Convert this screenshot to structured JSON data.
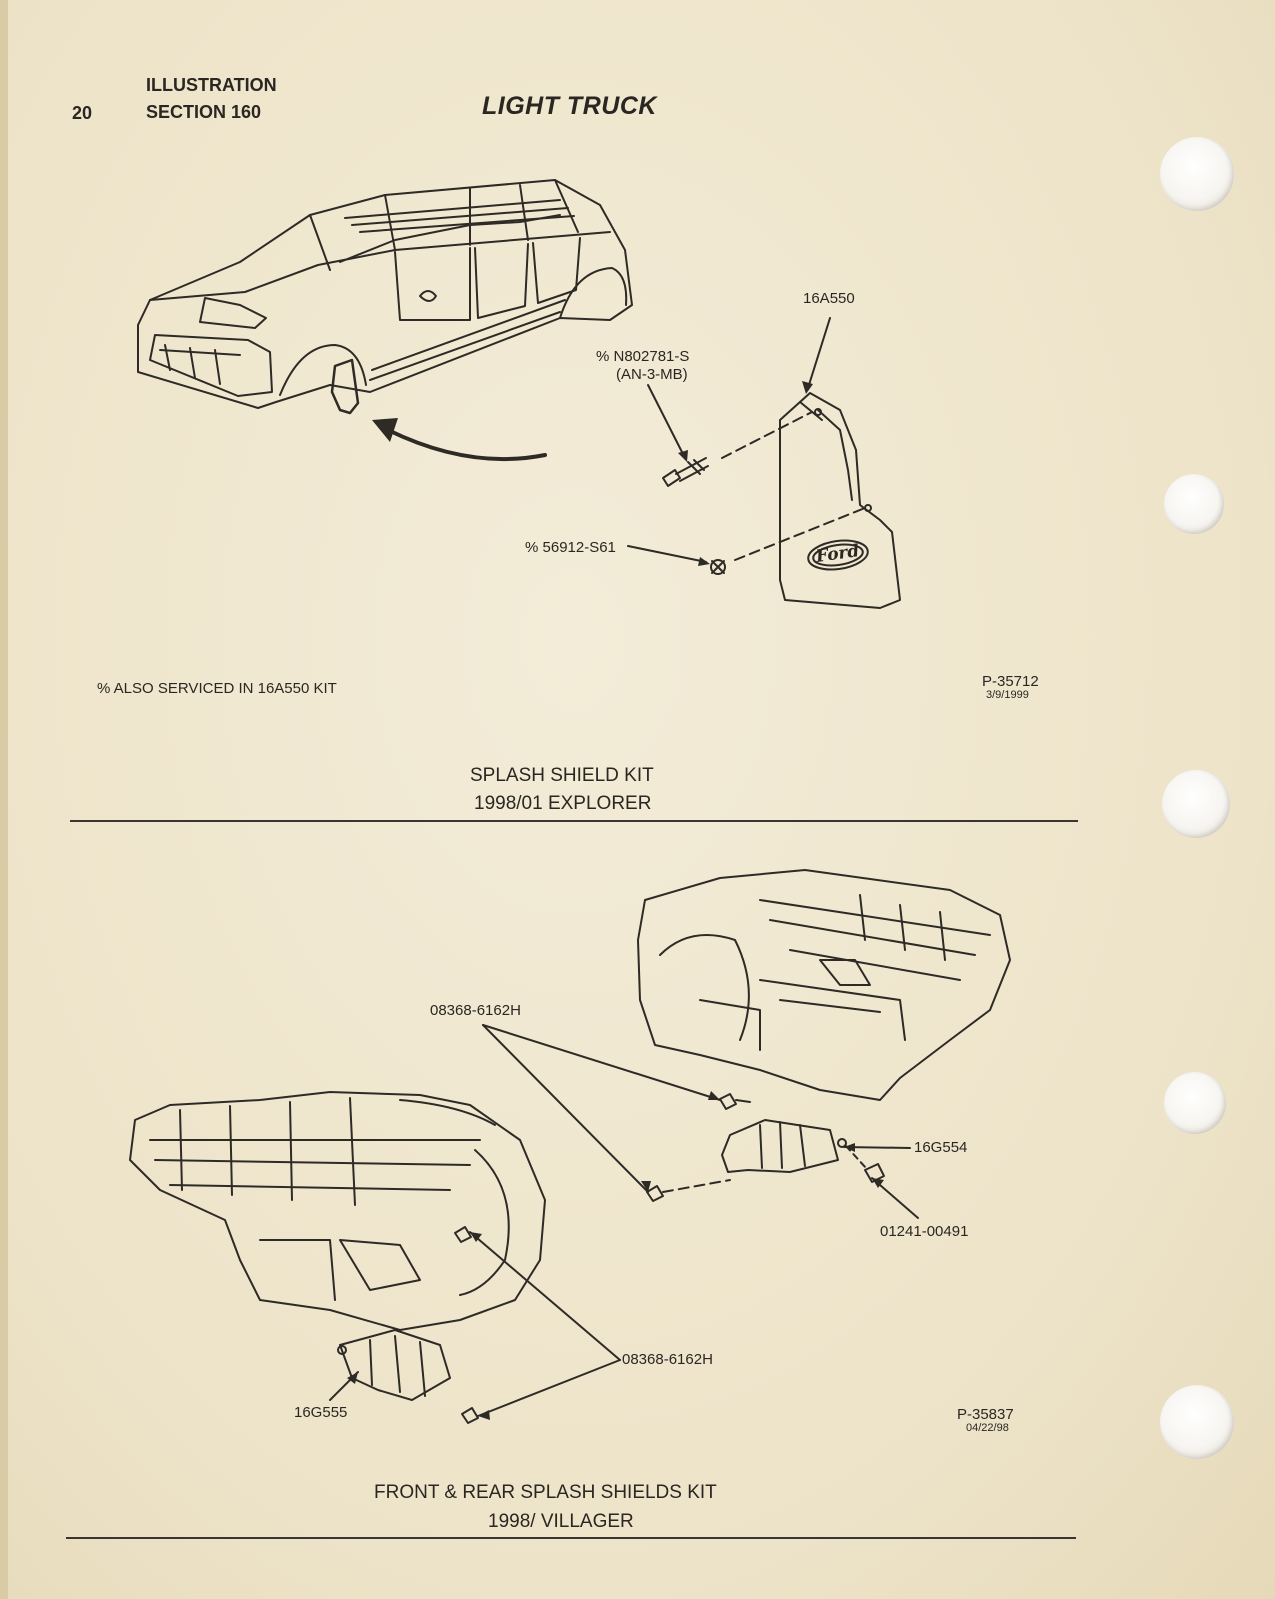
{
  "header": {
    "page_number": "20",
    "illustration_label": "ILLUSTRATION",
    "section_label": "SECTION 160",
    "title": "LIGHT TRUCK"
  },
  "figure1": {
    "parts": {
      "splash_shield": "16A550",
      "fastener": "% N802781-S",
      "fastener_alt": "(AN-3-MB)",
      "screw": "% 56912-S61"
    },
    "note": "% ALSO SERVICED IN 16A550 KIT",
    "ref_code": "P-35712",
    "ref_date": "3/9/1999",
    "logo_text": "Ford",
    "caption_line1": "SPLASH SHIELD KIT",
    "caption_line2": "1998/01 EXPLORER"
  },
  "figure2": {
    "parts": {
      "bolt_top": "08368-6162H",
      "rear_shield": "16G554",
      "clip": "01241-00491",
      "bolt_bottom": "08368-6162H",
      "front_shield": "16G555"
    },
    "ref_code": "P-35837",
    "ref_date": "04/22/98",
    "caption_line1": "FRONT & REAR SPLASH SHIELDS KIT",
    "caption_line2": "1998/ VILLAGER"
  }
}
